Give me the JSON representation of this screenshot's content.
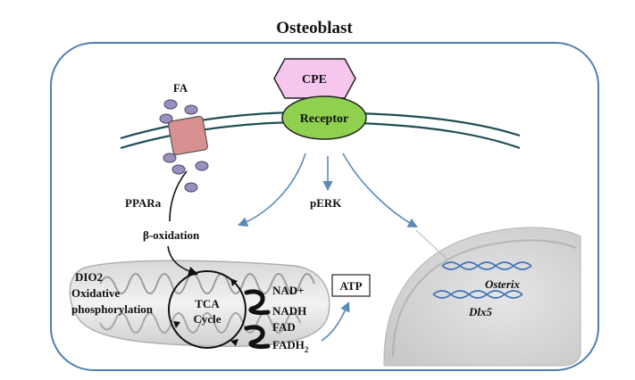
{
  "title": "Osteoblast",
  "cpe_label": "CPE",
  "receptor_label": "Receptor",
  "fa_label": "FA",
  "ppara_label": "PPARa",
  "beta_oxidation_label": "β-oxidation",
  "perk_label": "pERK",
  "mito_labels": [
    "DIO2",
    "Oxidative",
    "phosphorylation"
  ],
  "tca_label": [
    "TCA",
    "Cycle"
  ],
  "cofactors": [
    "NAD+",
    "NADH",
    "FAD",
    "FADH"
  ],
  "fadh_subscript": "2",
  "atp_label": "ATP",
  "genes": [
    "Osterix",
    "Dlx5"
  ],
  "colors": {
    "cell_border": "#4f7fb0",
    "membrane": "#1f4d57",
    "cpe_fill": "#f7c6ee",
    "receptor_fill": "#8fd14f",
    "transporter_fill": "#d99090",
    "fa_dot_fill": "#9a8fbf",
    "signal_arrow": "#5a8ab8",
    "dna_strand": "#3f73b5"
  }
}
